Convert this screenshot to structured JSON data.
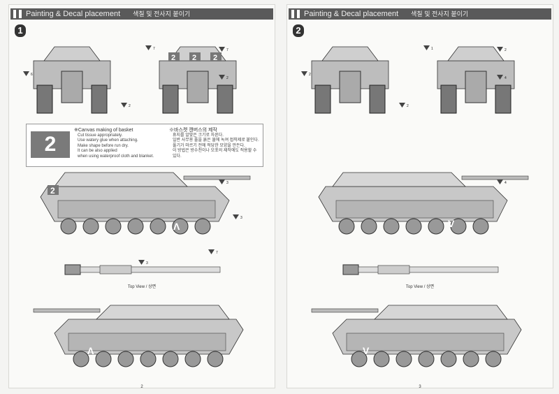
{
  "pages": [
    {
      "header": {
        "title_en": "Painting & Decal placement",
        "title_ko": "색칠 및 전사지 붙이기"
      },
      "step": "1",
      "page_number": "2",
      "top_view_label": "Top View / 상면",
      "callout": {
        "decal": "2",
        "title_en": "※Canvas making of basket",
        "lines_en": [
          "Cut tissue appropriately.",
          "Use watery glue when attaching.",
          "Make shape before run dry.",
          "It can be also applied",
          "when using waterproof cloth and blanket."
        ],
        "title_ko": "※바스켓 캔버스의 제작",
        "lines_ko": [
          "휴지를 알맞은 크기로 자른다.",
          "일반 사무용 풀을 묽은 물에 녹여 접착제로 붙인다.",
          "풀기가 마르기 전에 적당한 모양을 만든다.",
          "이 방법은 방수천이나 모포의 제작에도 적용할 수 있다."
        ]
      },
      "side_marking": "Λ",
      "turret_decal": "2",
      "rear_decals": [
        "2",
        "2",
        "2"
      ],
      "callout_numbers": [
        "7",
        "6",
        "2",
        "7",
        "2",
        "3",
        "3",
        "7",
        "3"
      ]
    },
    {
      "header": {
        "title_en": "Painting & Decal placement",
        "title_ko": "색칠 및 전사지 붙이기"
      },
      "step": "2",
      "page_number": "3",
      "top_view_label": "Top View / 상면",
      "side_marking": "V",
      "callout_numbers": [
        "1",
        "2",
        "2",
        "2",
        "4",
        "4"
      ]
    }
  ]
}
